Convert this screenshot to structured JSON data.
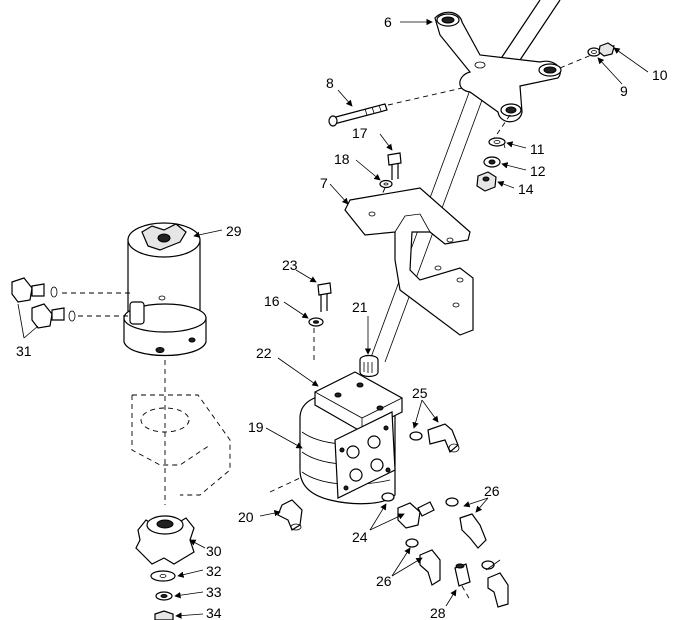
{
  "diagram": {
    "callouts": [
      {
        "id": "c6",
        "label": "6"
      },
      {
        "id": "c10",
        "label": "10"
      },
      {
        "id": "c9",
        "label": "9"
      },
      {
        "id": "c8",
        "label": "8"
      },
      {
        "id": "c11",
        "label": "11"
      },
      {
        "id": "c17",
        "label": "17"
      },
      {
        "id": "c12",
        "label": "12"
      },
      {
        "id": "c18",
        "label": "18"
      },
      {
        "id": "c14",
        "label": "14"
      },
      {
        "id": "c7",
        "label": "7"
      },
      {
        "id": "c29",
        "label": "29"
      },
      {
        "id": "c23",
        "label": "23"
      },
      {
        "id": "c16",
        "label": "16"
      },
      {
        "id": "c21",
        "label": "21"
      },
      {
        "id": "c31",
        "label": "31"
      },
      {
        "id": "c22",
        "label": "22"
      },
      {
        "id": "c25",
        "label": "25"
      },
      {
        "id": "c19",
        "label": "19"
      },
      {
        "id": "c26a",
        "label": "26"
      },
      {
        "id": "c20",
        "label": "20"
      },
      {
        "id": "c24",
        "label": "24"
      },
      {
        "id": "c30",
        "label": "30"
      },
      {
        "id": "c26b",
        "label": "26"
      },
      {
        "id": "c32",
        "label": "32"
      },
      {
        "id": "c33",
        "label": "33"
      },
      {
        "id": "c28",
        "label": "28"
      },
      {
        "id": "c34",
        "label": "34"
      }
    ]
  }
}
